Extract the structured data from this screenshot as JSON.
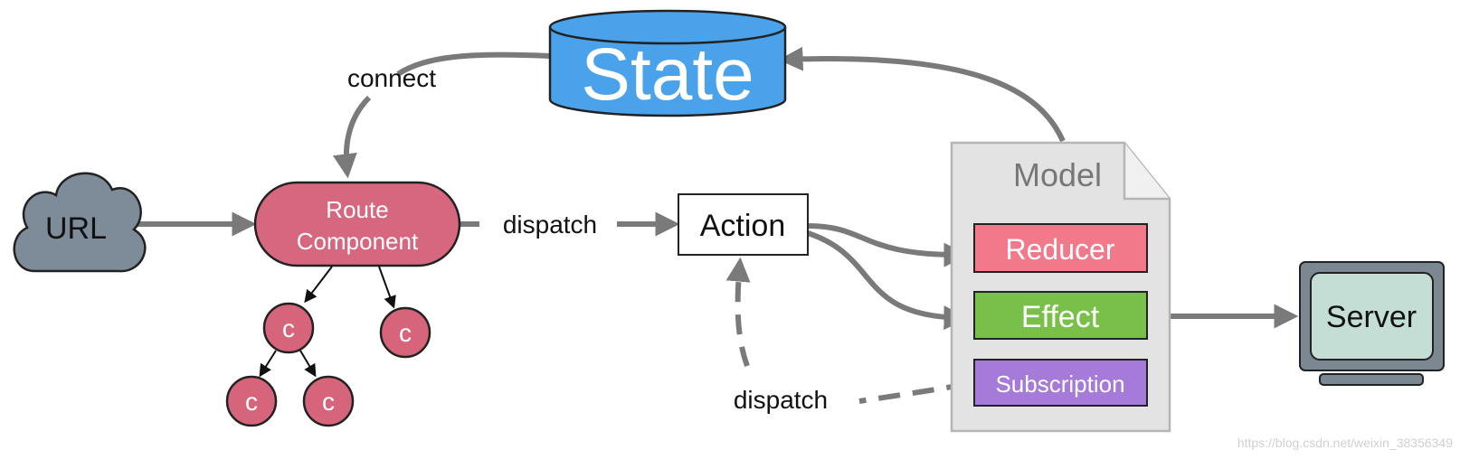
{
  "nodes": {
    "state": "State",
    "url": "URL",
    "route_component_line1": "Route",
    "route_component_line2": "Component",
    "action": "Action",
    "model": "Model",
    "reducer": "Reducer",
    "effect": "Effect",
    "subscription": "Subscription",
    "server": "Server",
    "child_component": "c"
  },
  "edges": {
    "connect": "connect",
    "dispatch_main": "dispatch",
    "dispatch_subscription": "dispatch"
  },
  "watermark": "https://blog.csdn.net/weixin_38356349",
  "colors": {
    "state_fill": "#4aa3ea",
    "cloud_fill": "#7e8b98",
    "route_fill": "#d6677f",
    "component_fill": "#d6657c",
    "model_fill": "#e3e3e3",
    "reducer_fill": "#f2798a",
    "effect_fill": "#79c04b",
    "subscription_fill": "#a57ad8",
    "server_screen": "#c4ded5",
    "server_frame": "#7b8791",
    "arrow": "#7a7a7a"
  }
}
